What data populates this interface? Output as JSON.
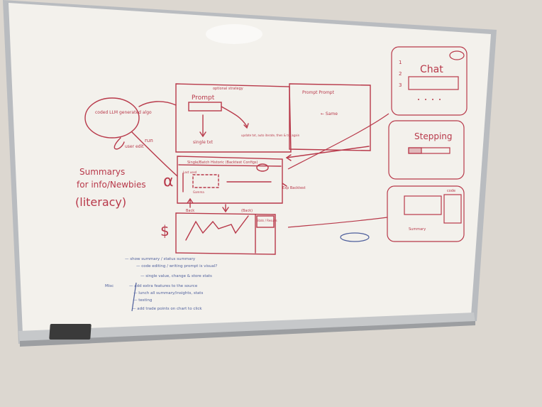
{
  "colors": {
    "wall": "#dcd7d0",
    "board": "#f3f1ec",
    "frame": "#b9bcc0",
    "red_marker": "#b8394a",
    "blue_marker": "#4e5f9c",
    "eraser": "#3a3a3a"
  },
  "whiteboard": {
    "left_notes": {
      "summary_line1": "Summarys",
      "summary_line2": "for info/Newbies",
      "summary_line3": "(literacy)",
      "circle_text": "coded LLM generated algo",
      "loop_label": "user edit",
      "alpha_symbol": "α",
      "dollar_symbol": "$"
    },
    "prompt_box": {
      "prompt_label": "Prompt",
      "side_label": "optional strategy",
      "single_label": "single txt",
      "multi_label": "update txt, auto iterate, then & try again",
      "run_label": "run",
      "right_panel_label": "Prompt Prompt",
      "right_panel_note": "← Same"
    },
    "middle_box": {
      "header": "Single/Batch  Historic (Backtest  Configs)",
      "left_label": "Last used",
      "inner_label": "Gamma",
      "side_label": "Exp Backtest"
    },
    "chart_box": {
      "label": "Back",
      "corner_label": "(Back)",
      "right_label": "Stats / Results"
    },
    "right_panels": {
      "chat_title": "Chat",
      "numbers": [
        "1",
        "2",
        "3"
      ],
      "stepping_title": "Stepping",
      "bottom_note": "Summary",
      "bottom_corner": "code"
    },
    "blue_notes": [
      "— show summary / status summary",
      "— code editing / writing prompt is visual?",
      "— single value, change & store stats",
      "— add extra features to the source",
      "— lunch all summary/insights, stats",
      "— testing",
      "— add trade points on chart to click"
    ],
    "blue_side_label": "Misc"
  }
}
